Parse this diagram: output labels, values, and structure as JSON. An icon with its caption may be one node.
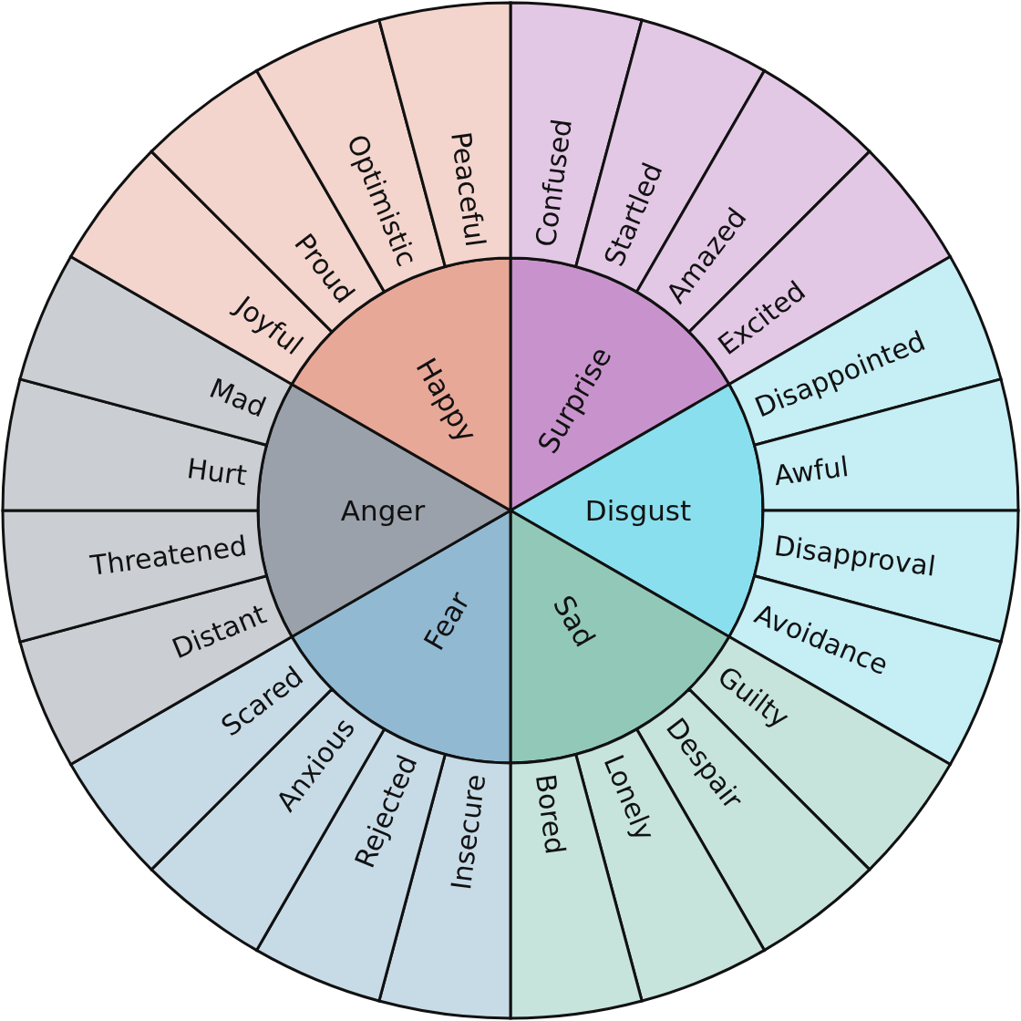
{
  "diagram": {
    "nodes": [
      {
        "text": [
          "Surprise"
        ]
      },
      {
        "text": [
          "Disgust"
        ]
      },
      {
        "text": [
          "Sad"
        ]
      },
      {
        "text": [
          "Fear"
        ]
      },
      {
        "text": [
          "Anger"
        ]
      },
      {
        "text": [
          "Happy"
        ]
      },
      {
        "text": [
          "Confused"
        ]
      },
      {
        "text": [
          "Startled"
        ]
      },
      {
        "text": [
          "Amazed"
        ]
      },
      {
        "text": [
          "Excited"
        ]
      },
      {
        "text": [
          "Disappointed"
        ]
      },
      {
        "text": [
          "Awful"
        ]
      },
      {
        "text": [
          "Disapproval"
        ]
      },
      {
        "text": [
          "Avoidance"
        ]
      },
      {
        "text": [
          "Guilty"
        ]
      },
      {
        "text": [
          "Despair"
        ]
      },
      {
        "text": [
          "Lonely"
        ]
      },
      {
        "text": [
          "Bored"
        ]
      },
      {
        "text": [
          "Insecure"
        ]
      },
      {
        "text": [
          "Rejected"
        ]
      },
      {
        "text": [
          "Anxious"
        ]
      },
      {
        "text": [
          "Scared"
        ]
      },
      {
        "text": [
          "Distant"
        ]
      },
      {
        "text": [
          "Threatened"
        ]
      },
      {
        "text": [
          "Hurt"
        ]
      },
      {
        "text": [
          "Mad"
        ]
      },
      {
        "text": [
          "Joyful"
        ]
      },
      {
        "text": [
          "Proud"
        ]
      },
      {
        "text": [
          "Optimistic"
        ]
      },
      {
        "text": [
          "Peaceful"
        ]
      }
    ]
  }
}
